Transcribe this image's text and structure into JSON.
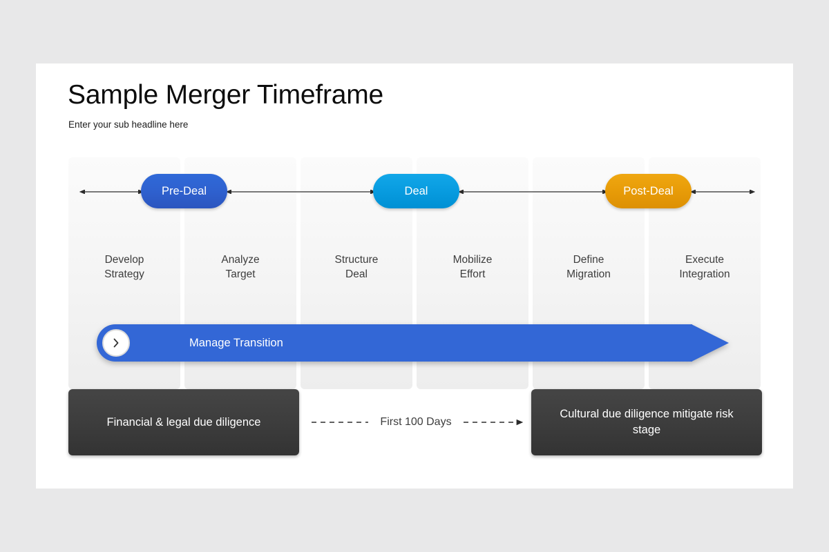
{
  "slide": {
    "title": "Sample Merger Timeframe",
    "subtitle": "Enter your sub headline here"
  },
  "phases": [
    {
      "label": "Pre-Deal",
      "color": "#2f62d0"
    },
    {
      "label": "Deal",
      "color": "#089ce0"
    },
    {
      "label": "Post-Deal",
      "color": "#e89c08"
    }
  ],
  "columns": [
    {
      "line1": "Develop",
      "line2": "Strategy"
    },
    {
      "line1": "Analyze",
      "line2": "Target"
    },
    {
      "line1": "Structure",
      "line2": "Deal"
    },
    {
      "line1": "Mobilize",
      "line2": "Effort"
    },
    {
      "line1": "Define",
      "line2": "Migration"
    },
    {
      "line1": "Execute",
      "line2": "Integration"
    }
  ],
  "banner": {
    "label": "Manage Transition",
    "icon": "chevron-right-icon",
    "color": "#3367d6"
  },
  "notes": {
    "left": "Financial & legal due diligence",
    "right": "Cultural due diligence mitigate risk stage",
    "connector_label": "First 100 Days"
  }
}
